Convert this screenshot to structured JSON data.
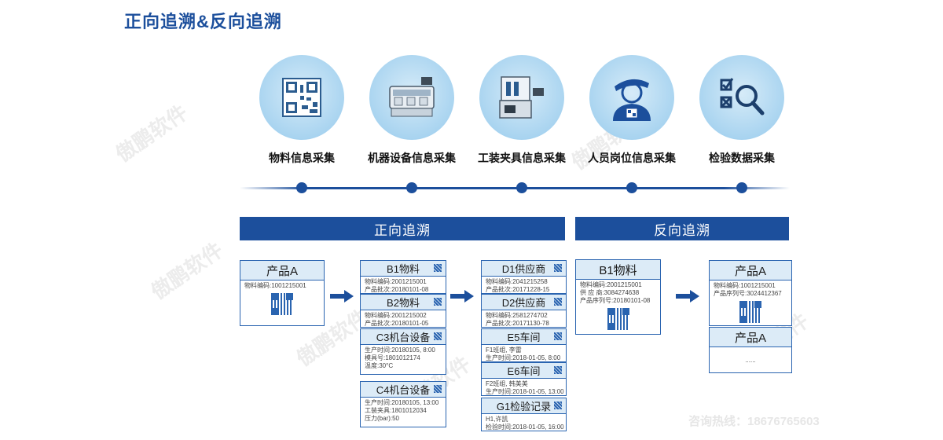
{
  "title": "正向追溯&反向追溯",
  "watermark": "傲鹏软件",
  "footer": "咨询热线：18676765603",
  "steps": [
    {
      "label": "物料信息采集",
      "icon": "qr-code-icon"
    },
    {
      "label": "机器设备信息采集",
      "icon": "machine-icon"
    },
    {
      "label": "工装夹具信息采集",
      "icon": "fixture-icon"
    },
    {
      "label": "人员岗位信息采集",
      "icon": "worker-icon"
    },
    {
      "label": "检验数据采集",
      "icon": "inspection-icon"
    }
  ],
  "forward": {
    "banner": "正向追溯",
    "product": {
      "title": "产品A",
      "lines": [
        "物料编码:1001215001"
      ]
    },
    "materials": [
      {
        "title": "B1物料",
        "lines": [
          "物料编码:2001215001",
          "产品批次:20180101-08"
        ]
      },
      {
        "title": "B2物料",
        "lines": [
          "物料编码:2001215002",
          "产品批次:20180101-05"
        ]
      },
      {
        "title": "C3机台设备",
        "lines": [
          "生产时间:20180105, 8:00",
          "模具号:1801012174",
          "温度:30°C"
        ]
      },
      {
        "title": "C4机台设备",
        "lines": [
          "生产时间:20180105, 13:00",
          "工装夹具:1801012034",
          "压力(bar):50"
        ]
      }
    ],
    "suppliers": [
      {
        "title": "D1供应商",
        "lines": [
          "物料编码:2041215258",
          "产品批次:20171228-15"
        ]
      },
      {
        "title": "D2供应商",
        "lines": [
          "物料编码:2581274702",
          "产品批次:20171130-78"
        ]
      },
      {
        "title": "E5车间",
        "lines": [
          "F1班组, 李雷",
          "生产时间:2018-01-05, 8:00"
        ]
      },
      {
        "title": "E6车间",
        "lines": [
          "F2班组, 韩美美",
          "生产时间:2018-01-05, 13:00"
        ]
      },
      {
        "title": "G1检验记录",
        "lines": [
          "H1,许凯",
          "检验时间:2018-01-05, 16:00"
        ]
      }
    ]
  },
  "reverse": {
    "banner": "反向追溯",
    "material": {
      "title": "B1物料",
      "lines": [
        "物料编码:2001215001",
        "供 应 商:3084274638",
        "产品序列号:20180101-08"
      ]
    },
    "product1": {
      "title": "产品A",
      "lines": [
        "物料编码:1001215001",
        "产品序列号:3024412367"
      ]
    },
    "product2": {
      "title": "产品A",
      "lines": [
        "......"
      ]
    }
  }
}
